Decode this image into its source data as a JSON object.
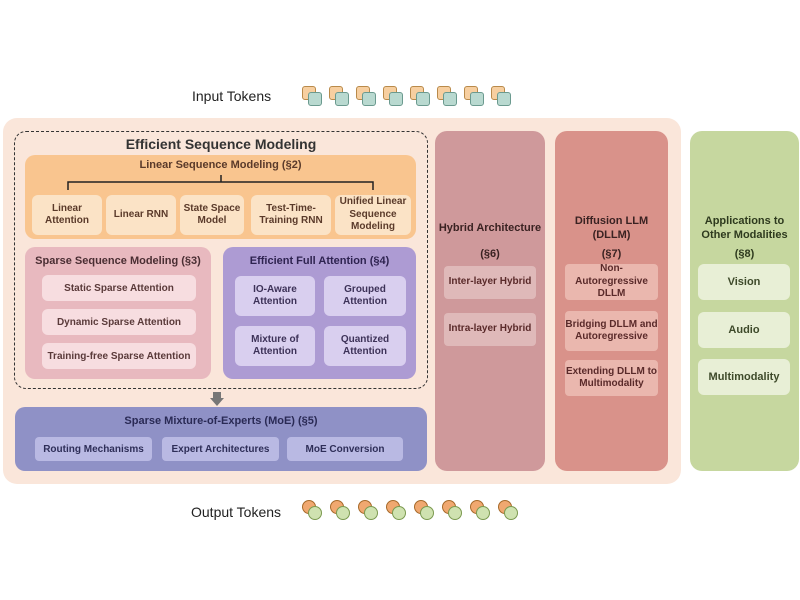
{
  "input_label": "Input Tokens",
  "output_label": "Output Tokens",
  "token_count": 8,
  "efficient": {
    "title": "Efficient Sequence Modeling",
    "linear": {
      "title": "Linear Sequence Modeling (§2)",
      "items": [
        "Linear Attention",
        "Linear RNN",
        "State Space Model",
        "Test-Time-Training RNN",
        "Unified Linear Sequence Modeling"
      ]
    },
    "sparse": {
      "title": "Sparse Sequence Modeling (§3)",
      "items": [
        "Static Sparse Attention",
        "Dynamic Sparse Attention",
        "Training-free Sparse Attention"
      ]
    },
    "full": {
      "title": "Efficient Full Attention (§4)",
      "items": [
        "IO-Aware Attention",
        "Grouped Attention",
        "Mixture of Attention",
        "Quantized Attention"
      ]
    }
  },
  "moe": {
    "title": "Sparse Mixture-of-Experts (MoE) (§5)",
    "items": [
      "Routing Mechanisms",
      "Expert Architectures",
      "MoE Conversion"
    ]
  },
  "hybrid": {
    "title": "Hybrid Architecture",
    "section": "(§6)",
    "items": [
      "Inter-layer Hybrid",
      "Intra-layer Hybrid"
    ]
  },
  "dllm": {
    "title": "Diffusion LLM (DLLM)",
    "section": "(§7)",
    "items": [
      "Non-Autoregressive DLLM",
      "Bridging DLLM and Autoregressive",
      "Extending DLLM to Multimodality"
    ]
  },
  "apps": {
    "title": "Applications to Other Modalities",
    "section": "(§8)",
    "items": [
      "Vision",
      "Audio",
      "Multimodality"
    ]
  },
  "colors": {
    "main_panel": "#fae6da",
    "linear": "#f9c58f",
    "sparse": "#e8b9bf",
    "full": "#ad9bd3",
    "moe": "#8f91c6",
    "hybrid": "#cf999b",
    "dllm": "#d9928a",
    "apps": "#c6d79f"
  }
}
